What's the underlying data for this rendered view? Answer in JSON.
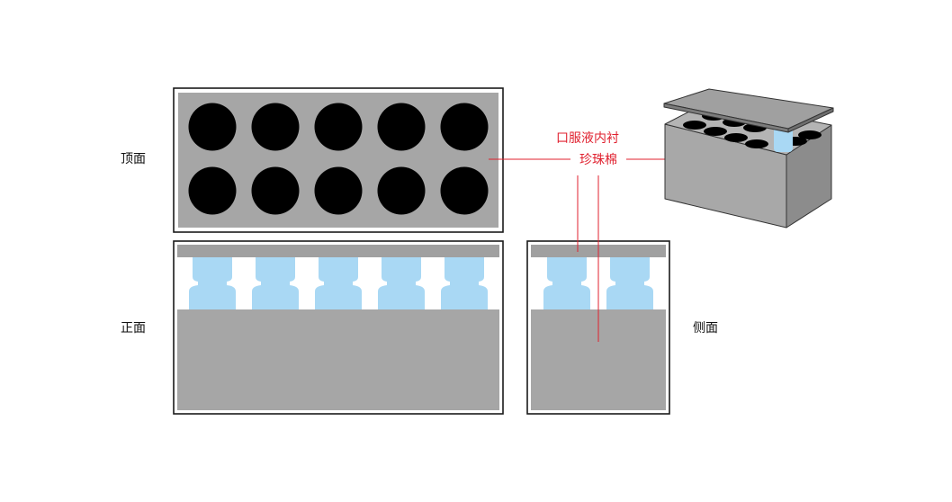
{
  "labels": {
    "top_view": "顶面",
    "front_view": "正面",
    "side_view": "侧面"
  },
  "callouts": {
    "liner": "口服液内衬",
    "foam": "珍珠棉"
  },
  "colors": {
    "foam_gray": "#a6a6a6",
    "lid_gray": "#a0a0a0",
    "hole_black": "#000000",
    "vial_blue": "#a9d8f4",
    "callout_red": "#e0212f",
    "outline": "#1a1a1a"
  },
  "top_view": {
    "hole_rows": 2,
    "hole_cols": 5
  },
  "front_view": {
    "vial_count": 5
  },
  "side_view": {
    "vial_count": 2
  },
  "icons": {
    "iso_box": "isometric-foam-box-icon"
  }
}
